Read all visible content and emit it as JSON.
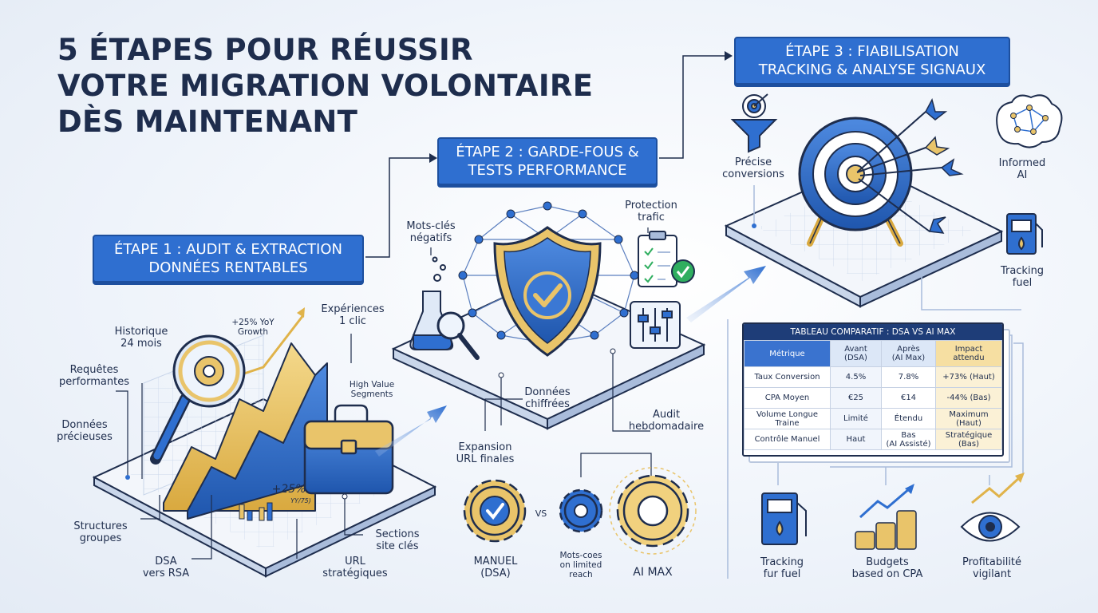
{
  "title": {
    "line1": "5 ÉTAPES POUR RÉUSSIR",
    "line2": "VOTRE MIGRATION VOLONTAIRE",
    "line3": "DÈS MAINTENANT"
  },
  "steps": [
    {
      "line1": "ÉTAPE 1 : AUDIT & EXTRACTION",
      "line2": "DONNÉES RENTABLES"
    },
    {
      "line1": "ÉTAPE 2 : GARDE-FOUS &",
      "line2": "TESTS PERFORMANCE"
    },
    {
      "line1": "ÉTAPE 3 : FIABILISATION",
      "line2": "TRACKING & ANALYSE SIGNAUX"
    }
  ],
  "step1_labels": {
    "historique": [
      "Historique",
      "24 mois"
    ],
    "requetes": [
      "Requêtes",
      "performantes"
    ],
    "donnees": [
      "Données",
      "précieuses"
    ],
    "structures": [
      "Structures",
      "groupes"
    ],
    "dsa": [
      "DSA",
      "vers RSA"
    ],
    "url": [
      "URL",
      "stratégiques"
    ],
    "sections": [
      "Sections",
      "site clés"
    ],
    "growth": [
      "+25% YoY",
      "Growth"
    ],
    "experiences": [
      "Expériences",
      "1 clic"
    ],
    "high_value": [
      "High Value",
      "Segments"
    ],
    "plus25": "+25%",
    "yy": "YY/75)"
  },
  "step2_labels": {
    "mots_cles": [
      "Mots-clés",
      "négatifs"
    ],
    "protection": [
      "Protection",
      "trafic"
    ],
    "donnees": [
      "Données",
      "chiffrées"
    ],
    "audit": [
      "Audit",
      "hebdomadaire"
    ],
    "expansion": [
      "Expansion",
      "URL finales"
    ],
    "manuel": [
      "MANUEL",
      "(DSA)"
    ],
    "vs": "VS",
    "mots_coes": [
      "Mots-coes",
      "on limited",
      "reach"
    ],
    "ai_max": "AI MAX"
  },
  "step3_labels": {
    "precise": [
      "Précise",
      "conversions"
    ],
    "informed": [
      "Informed",
      "AI"
    ],
    "tracking_fuel": [
      "Tracking",
      "fuel"
    ],
    "tracking_fur": [
      "Tracking",
      "fur fuel"
    ],
    "budgets": [
      "Budgets",
      "based on CPA"
    ],
    "profitabilite": [
      "Profitabilité",
      "vigilant"
    ]
  },
  "table": {
    "caption": "TABLEAU COMPARATIF : DSA VS AI MAX",
    "headers": [
      [
        "Métrique"
      ],
      [
        "Avant",
        "(DSA)"
      ],
      [
        "Après",
        "(AI Max)"
      ],
      [
        "Impact",
        "attendu"
      ]
    ],
    "rows": [
      {
        "metric": [
          "Taux Conversion"
        ],
        "avant": [
          "4.5%"
        ],
        "apres": [
          "7.8%"
        ],
        "impact": [
          "+73% (Haut)"
        ]
      },
      {
        "metric": [
          "CPA Moyen"
        ],
        "avant": [
          "€25"
        ],
        "apres": [
          "€14"
        ],
        "impact": [
          "-44% (Bas)"
        ]
      },
      {
        "metric": [
          "Volume Longue",
          "Traine"
        ],
        "avant": [
          "Limité"
        ],
        "apres": [
          "Étendu"
        ],
        "impact": [
          "Maximum",
          "(Haut)"
        ]
      },
      {
        "metric": [
          "Contrôle Manuel"
        ],
        "avant": [
          "Haut"
        ],
        "apres": [
          "Bas",
          "(AI Assisté)"
        ],
        "impact": [
          "Stratégique",
          "(Bas)"
        ]
      }
    ]
  },
  "colors": {
    "navy": "#1e2d4d",
    "blue": "#2f6fd0",
    "gold": "#e9c46a",
    "light": "#eef3fa"
  },
  "icons": [
    "magnifier-gear-icon",
    "growth-chart-icon",
    "briefcase-icon",
    "shield-check-icon",
    "flask-icon",
    "clipboard-check-icon",
    "sliders-icon",
    "gear-check-icon",
    "gear-icon",
    "target-arrows-icon",
    "funnel-target-icon",
    "brain-network-icon",
    "fuel-pump-icon",
    "coins-growth-icon",
    "eye-growth-icon"
  ]
}
